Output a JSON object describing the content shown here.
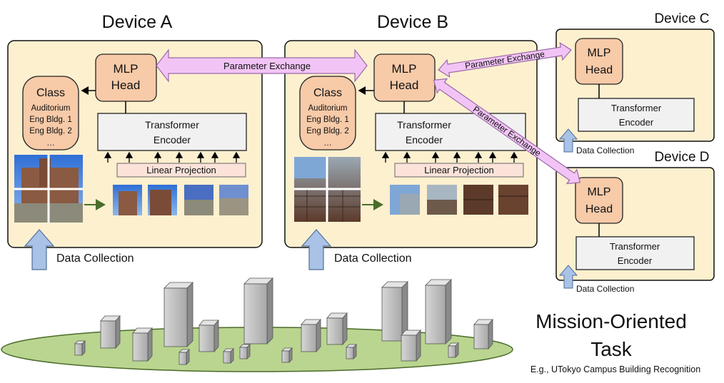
{
  "devices": {
    "a": {
      "title": "Device A",
      "head_line1": "MLP",
      "head_line2": "Head",
      "class_title": "Class",
      "class_items": [
        "Auditorium",
        "Eng Bldg. 1",
        "Eng Bldg. 2",
        "…"
      ],
      "encoder_line1": "Transformer",
      "encoder_line2": "Encoder",
      "projection": "Linear Projection",
      "data_collection": "Data Collection"
    },
    "b": {
      "title": "Device B",
      "head_line1": "MLP",
      "head_line2": "Head",
      "class_title": "Class",
      "class_items": [
        "Auditorium",
        "Eng Bldg. 1",
        "Eng Bldg. 2",
        "…"
      ],
      "encoder_line1": "Transformer",
      "encoder_line2": "Encoder",
      "projection": "Linear Projection",
      "data_collection": "Data Collection"
    },
    "c": {
      "title": "Device C",
      "head_line1": "MLP",
      "head_line2": "Head",
      "encoder_line1": "Transformer",
      "encoder_line2": "Encoder",
      "data_collection": "Data Collection"
    },
    "d": {
      "title": "Device D",
      "head_line1": "MLP",
      "head_line2": "Head",
      "encoder_line1": "Transformer",
      "encoder_line2": "Encoder",
      "data_collection": "Data Collection"
    }
  },
  "exchange_label": "Parameter Exchange",
  "task": {
    "line1": "Mission-Oriented",
    "line2": "Task",
    "example": "E.g., UTokyo Campus Building Recognition"
  },
  "colors": {
    "device_bg": "#fdf0cf",
    "head_fill": "#f7caa8",
    "encoder_fill": "#f1f1f1",
    "projection_fill": "#fbe3da",
    "exchange_arrow": "#f2c4f6",
    "data_arrow": "#a9c2e5",
    "ground": "#b9d58f"
  }
}
